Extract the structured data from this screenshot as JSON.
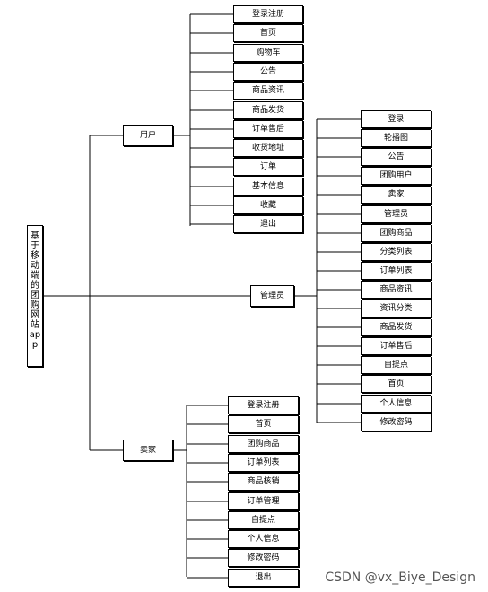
{
  "root_label": "基于移动端的团购网站app",
  "branches": {
    "user": {
      "label": "用户",
      "items": [
        "登录注册",
        "首页",
        "购物车",
        "公告",
        "商品资讯",
        "商品发货",
        "订单售后",
        "收货地址",
        "订单",
        "基本信息",
        "收藏",
        "退出"
      ]
    },
    "admin": {
      "label": "管理员",
      "items": [
        "登录",
        "轮播图",
        "公告",
        "团购用户",
        "卖家",
        "管理员",
        "团购商品",
        "分类列表",
        "订单列表",
        "商品资讯",
        "资讯分类",
        "商品发货",
        "订单售后",
        "自提点",
        "首页",
        "个人信息",
        "修改密码"
      ]
    },
    "seller": {
      "label": "卖家",
      "items": [
        "登录注册",
        "首页",
        "团购商品",
        "订单列表",
        "商品核销",
        "订单管理",
        "自提点",
        "个人信息",
        "修改密码",
        "退出"
      ]
    }
  },
  "watermark": "CSDN @vx_Biye_Design"
}
